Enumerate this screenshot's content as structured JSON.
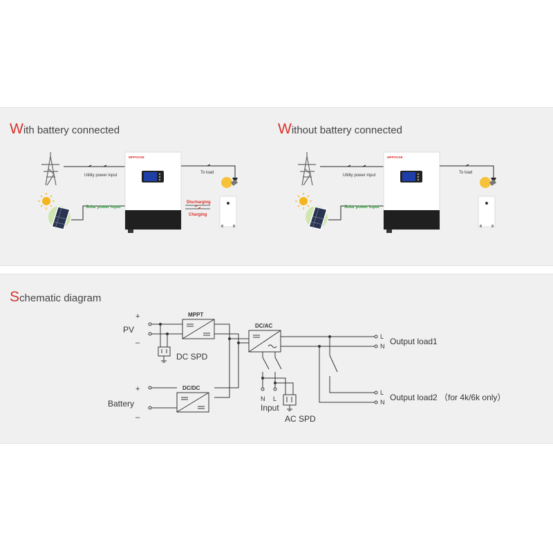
{
  "sections": {
    "with_battery": {
      "cap": "W",
      "rest": "ith battery connected"
    },
    "without_battery": {
      "cap": "W",
      "rest": "ithout battery connected"
    },
    "schematic": {
      "cap": "S",
      "rest": "chematic diagram"
    }
  },
  "flow_labels": {
    "utility": "Utility power input",
    "solar": "Solar power input",
    "to_load": "To load",
    "discharging": "Discharging",
    "charging": "Charging"
  },
  "brand": "MPPOOSE",
  "schematic": {
    "pv": "PV",
    "battery": "Battery",
    "plus": "+",
    "minus": "–",
    "mppt": "MPPT",
    "dcdc": "DC/DC",
    "dcac": "DC/AC",
    "dc_spd": "DC SPD",
    "ac_spd": "AC SPD",
    "input": "Input",
    "n": "N",
    "l": "L",
    "output1": "Output load1",
    "output2": "Output load2 （for 4k/6k only）"
  },
  "colors": {
    "accent": "#d9312b",
    "solar_green": "#2f9a3a",
    "screen": "#1f3fa8"
  }
}
